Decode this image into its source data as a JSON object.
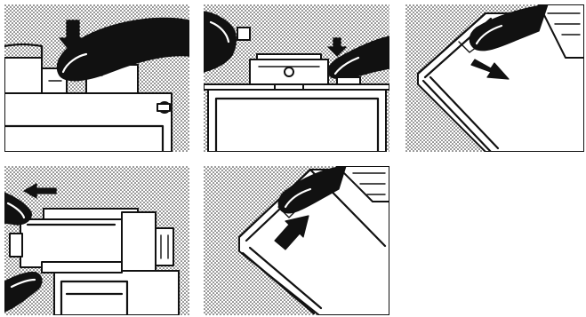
{
  "figure": {
    "panels": [
      {
        "id": "step-1",
        "depicts": "finger-pressing-down"
      },
      {
        "id": "step-2",
        "depicts": "finger-pressing-down"
      },
      {
        "id": "step-3",
        "depicts": "finger-sliding-back"
      },
      {
        "id": "step-4",
        "depicts": "fingers-sliding-unit-left"
      },
      {
        "id": "step-5",
        "depicts": "finger-pushing-in"
      }
    ],
    "colors": {
      "ink": "#111111",
      "paper": "#ffffff",
      "stipple": "#111111"
    },
    "icons": [
      "arrow-down-icon",
      "arrow-down-right-icon",
      "arrow-left-icon",
      "arrow-up-right-icon"
    ]
  }
}
